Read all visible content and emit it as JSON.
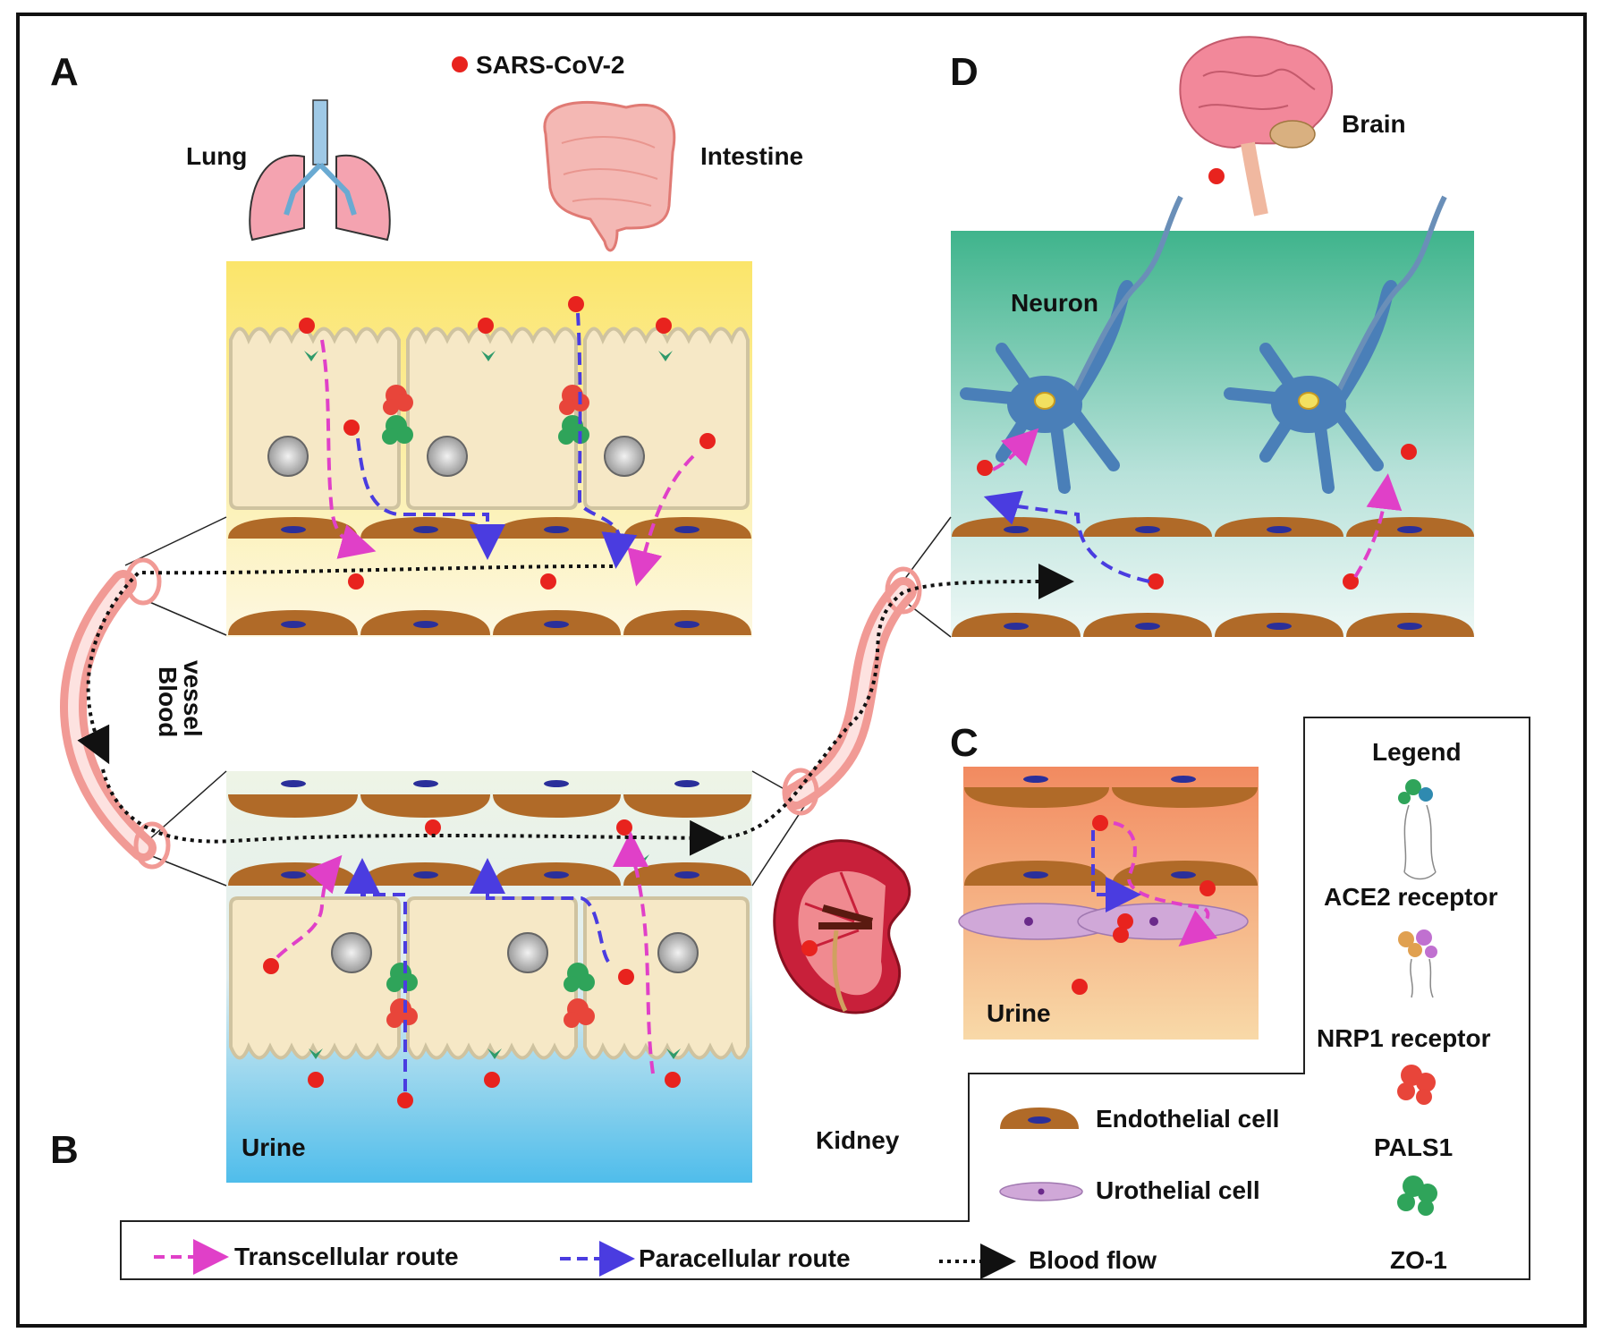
{
  "panels": {
    "a": "A",
    "b": "B",
    "c": "C",
    "d": "D"
  },
  "virus_key": "SARS-CoV-2",
  "organs": {
    "lung": "Lung",
    "intestine": "Intestine",
    "brain": "Brain",
    "kidney": "Kidney"
  },
  "labels": {
    "neuron": "Neuron",
    "blood": "Blood",
    "vessel": "vessel",
    "urine_b": "Urine",
    "urine_c": "Urine"
  },
  "legend": {
    "title": "Legend",
    "ace2": "ACE2 receptor",
    "nrp1": "NRP1 receptor",
    "pals1": "PALS1",
    "zo1": "ZO-1",
    "endothelial": "Endothelial cell",
    "urothelial": "Urothelial cell",
    "transcellular": "Transcellular route",
    "paracellular": "Paracellular route",
    "blood_flow": "Blood flow"
  },
  "colors": {
    "virus": "#e8231e",
    "transcellular": "#e040c8",
    "paracellular": "#4a3ce0",
    "endothelial": "#b06a28",
    "nucleus": "#2a2f9a",
    "vessel": "#f19a95",
    "neuron": "#4a7fb8"
  }
}
